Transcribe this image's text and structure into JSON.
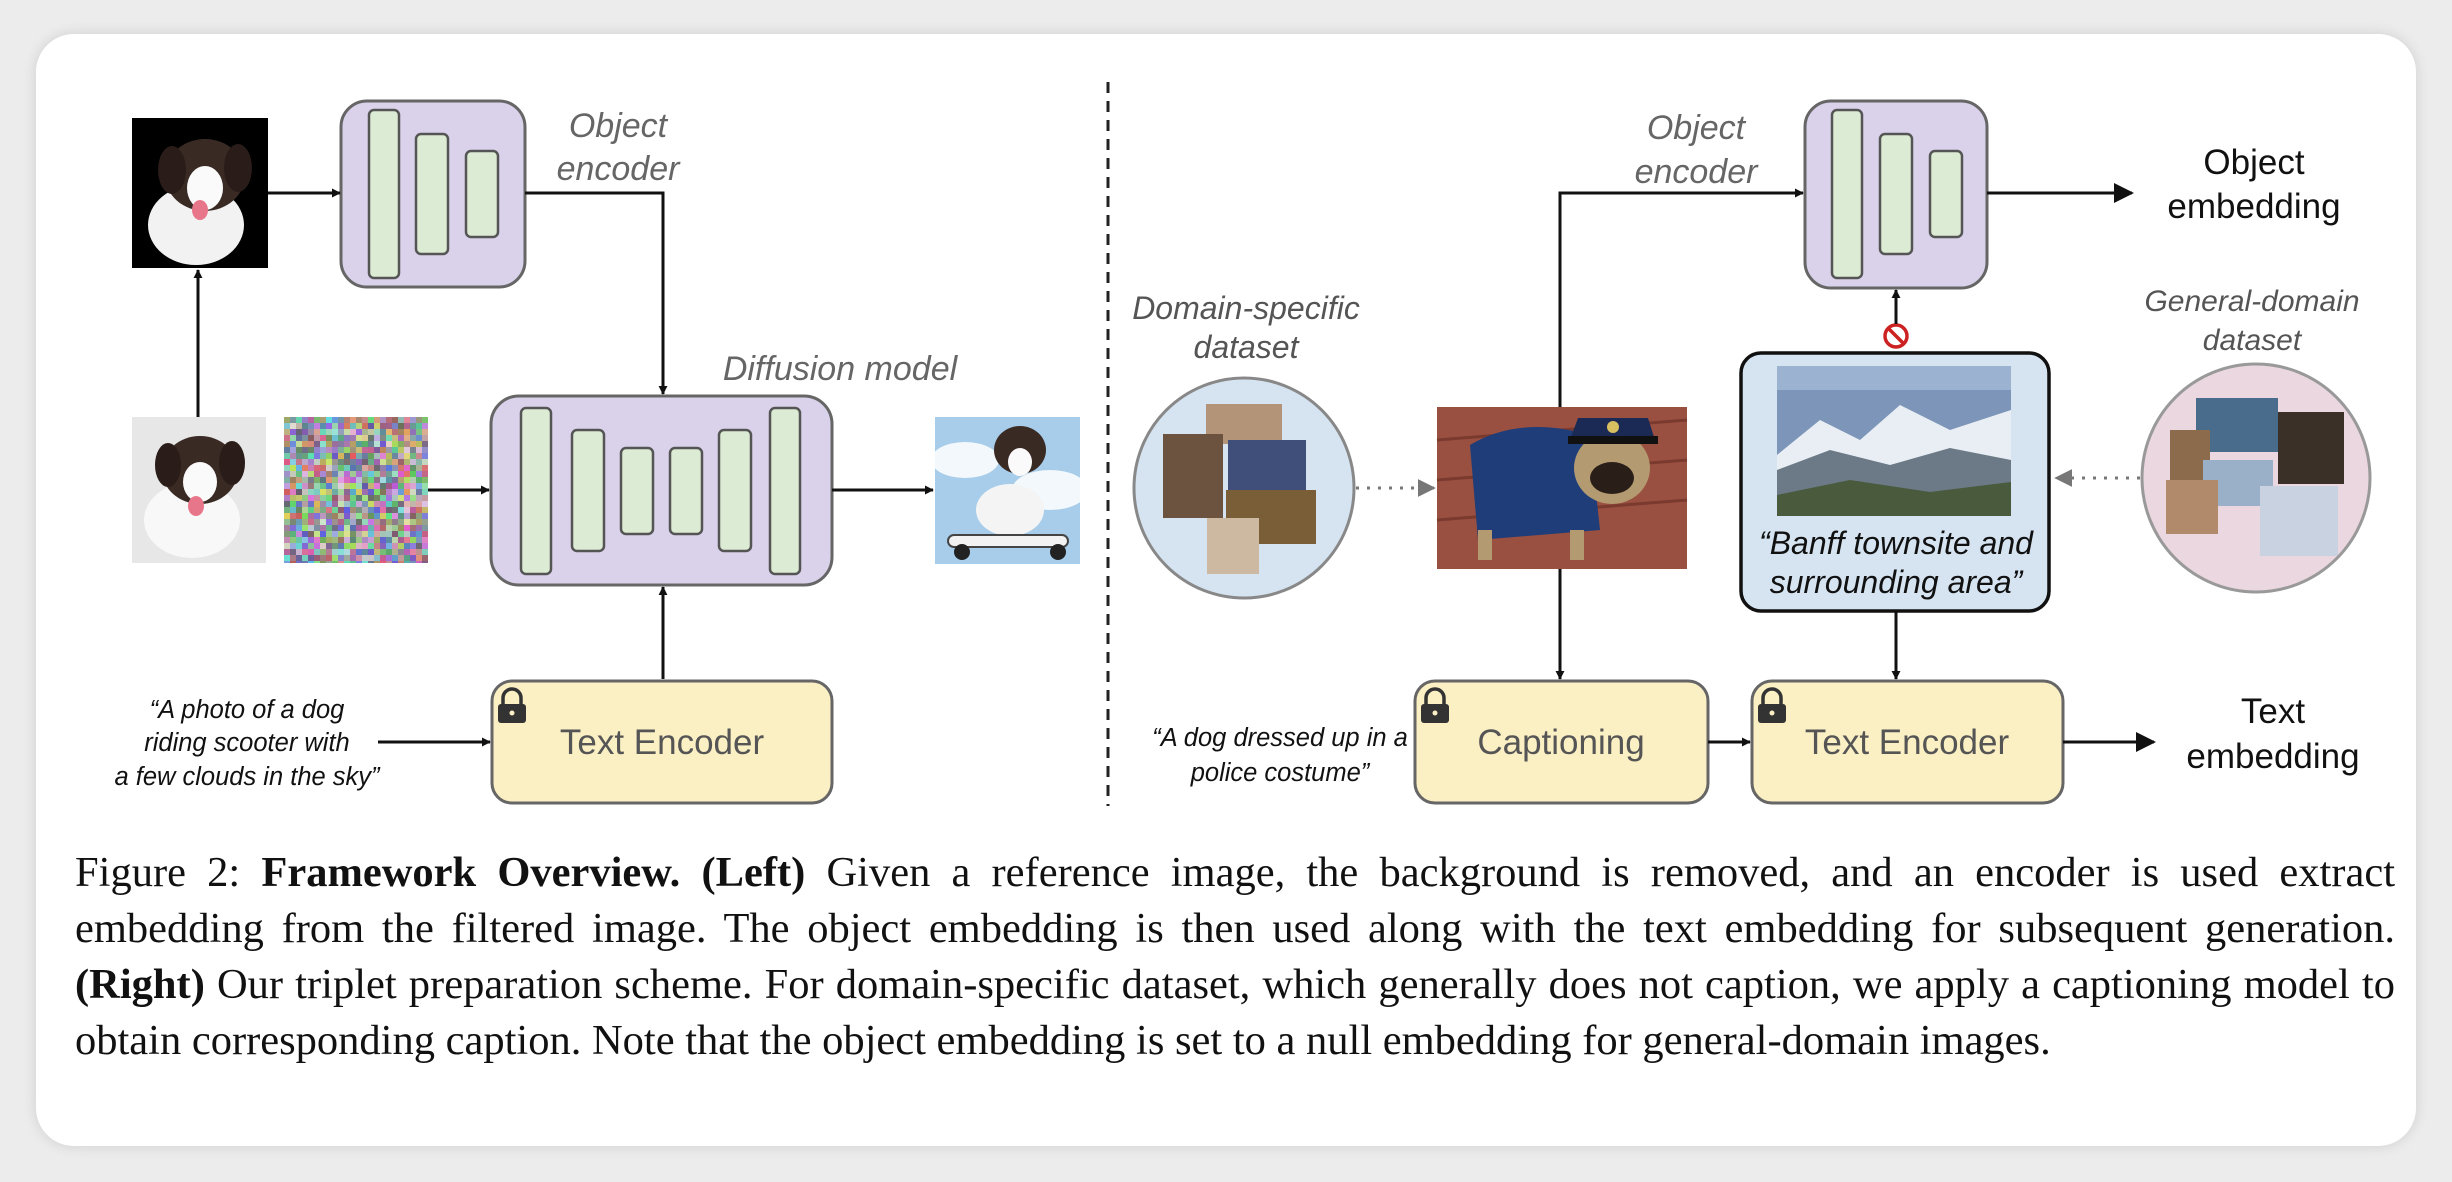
{
  "left": {
    "object_encoder_label": [
      "Object",
      "encoder"
    ],
    "diffusion_label": "Diffusion model",
    "text_encoder_label": "Text Encoder",
    "prompt_lines": [
      "“A photo of a dog",
      "riding scooter with",
      "a few clouds in the sky”"
    ]
  },
  "right": {
    "domain_dataset_label": [
      "Domain-specific",
      "dataset"
    ],
    "general_dataset_label": [
      "General-domain",
      "dataset"
    ],
    "object_encoder_label": [
      "Object",
      "encoder"
    ],
    "object_embedding_label": [
      "Object",
      "embedding"
    ],
    "general_caption_lines": [
      "“Banff townsite and",
      "surrounding area”"
    ],
    "captioning_label": "Captioning",
    "text_encoder_label": "Text Encoder",
    "text_embedding_label": [
      "Text",
      "embedding"
    ],
    "prompt_lines": [
      "“A dog dressed up in a",
      "police costume”"
    ]
  },
  "caption": {
    "prefix": "Figure 2: ",
    "title": "Framework Overview.",
    "left_tag": "(Left)",
    "left_text": " Given a reference image, the background is removed, and an encoder is used extract embedding from the filtered image. The object embedding is then used along with the text embedding for subsequent generation. ",
    "right_tag": "(Right)",
    "right_text": " Our triplet preparation scheme. For domain-specific dataset, which generally does not caption, we apply a captioning model to obtain corresponding caption. Note that the object embedding is set to a null embedding for general-domain images."
  },
  "colors": {
    "encoder_fill": "#d9d2ea",
    "encoder_bar": "#dcebd3",
    "text_encoder_fill": "#fbefc4",
    "domain_circle": "#d6e4f2",
    "general_circle": "#ead7df",
    "null_mark": "#cc2222"
  }
}
